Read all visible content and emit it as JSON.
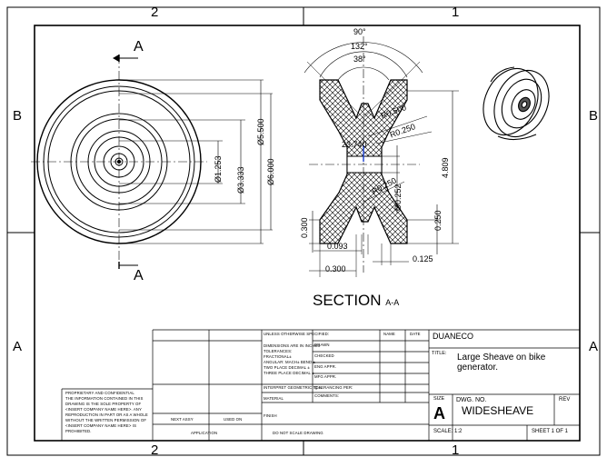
{
  "zones": {
    "columns": [
      "2",
      "1"
    ],
    "rows": [
      "B",
      "A"
    ]
  },
  "views": {
    "section_letter": "A",
    "section_title": "SECTION",
    "section_suffix": "A-A"
  },
  "dimensions": {
    "angle_outer": "90°",
    "angle_mid": "132°",
    "angle_inner": "38°",
    "r_top": "R0.500",
    "r_mid": "R0.250",
    "r_low": "R0.250",
    "small_dim": "23.740",
    "d_bore": "Ø1.253",
    "d_hub": "Ø3.333",
    "d_groove": "Ø5.500",
    "d_outer": "Ø6.000",
    "d_axle": "Ø0.252",
    "width_total": "4.809",
    "edge_height": "0.250",
    "left_height": "0.300",
    "offset_a": "0.093",
    "offset_b": "0.300",
    "offset_c": "0.125"
  },
  "title_block": {
    "company": "DUANECO",
    "title_label": "TITLE:",
    "title": "Large Sheave on bike generator.",
    "size_label": "SIZE",
    "size": "A",
    "dwg_label": "DWG.  NO.",
    "dwg_no": "WIDESHEAVE",
    "rev_label": "REV",
    "scale": "SCALE: 1:2",
    "sheet": "SHEET 1 OF 1",
    "unless_specified": "UNLESS OTHERWISE SPECIFIED:",
    "dims_inches": "DIMENSIONS ARE IN INCHES",
    "tolerances": "TOLERANCES:",
    "fractional": "FRACTIONAL±",
    "angular": "ANGULAR: MACH±   BEND ±",
    "two_place": "TWO PLACE DECIMAL   ±",
    "three_place": "THREE PLACE DECIMAL  ±",
    "interpret": "INTERPRET GEOMETRIC TOLERANCING PER:",
    "material": "MATERIAL",
    "finish": "FINISH",
    "next_assy": "NEXT ASSY",
    "used_on": "USED ON",
    "application": "APPLICATION",
    "no_scale": "DO NOT SCALE DRAWING",
    "name_hdr": "NAME",
    "date_hdr": "DATE",
    "drawn": "DRAWN",
    "checked": "CHECKED",
    "eng_appr": "ENG APPR.",
    "mfg_appr": "MFG APPR.",
    "qa": "Q.A.",
    "comments": "COMMENTS:",
    "proprietary_title": "PROPRIETARY AND CONFIDENTIAL",
    "proprietary_lines": [
      "THE INFORMATION CONTAINED IN THIS",
      "DRAWING IS THE SOLE PROPERTY OF",
      "<INSERT COMPANY NAME HERE>.  ANY",
      "REPRODUCTION IN PART OR AS A WHOLE",
      "WITHOUT THE WRITTEN PERMISSION OF",
      "<INSERT COMPANY NAME HERE> IS",
      "PROHIBITED."
    ]
  }
}
